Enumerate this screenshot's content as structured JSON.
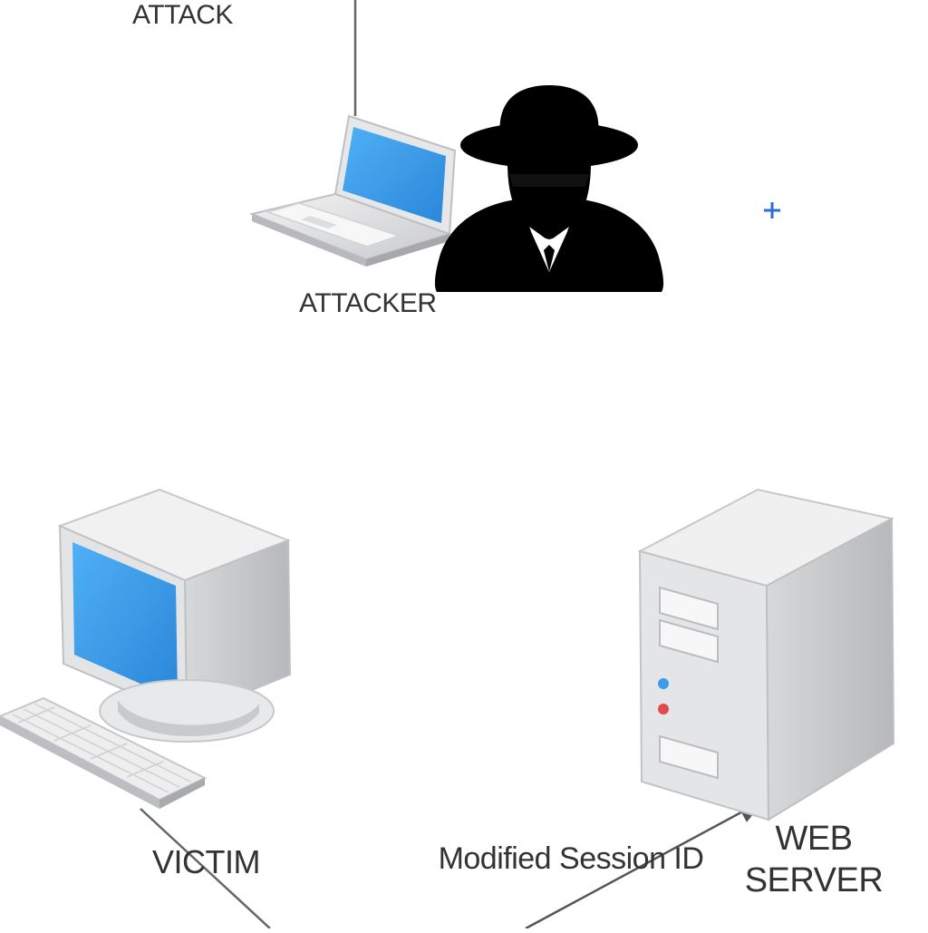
{
  "labels": {
    "attack": "ATTACK",
    "attacker": "ATTACKER",
    "victim": "VICTIM",
    "web_server": "WEB SERVER",
    "modified_session_id": "Modified Session ID"
  },
  "icons": {
    "attacker_laptop": "laptop-icon",
    "attacker_figure": "spy-hat-icon",
    "victim_computer": "desktop-computer-icon",
    "server": "server-tower-icon",
    "marker": "plus-icon"
  },
  "colors": {
    "screen_blue": "#3d9bec",
    "device_gray": "#d9dadc",
    "silhouette": "#000000",
    "line": "#555555",
    "marker_blue": "#2a6fd6"
  }
}
